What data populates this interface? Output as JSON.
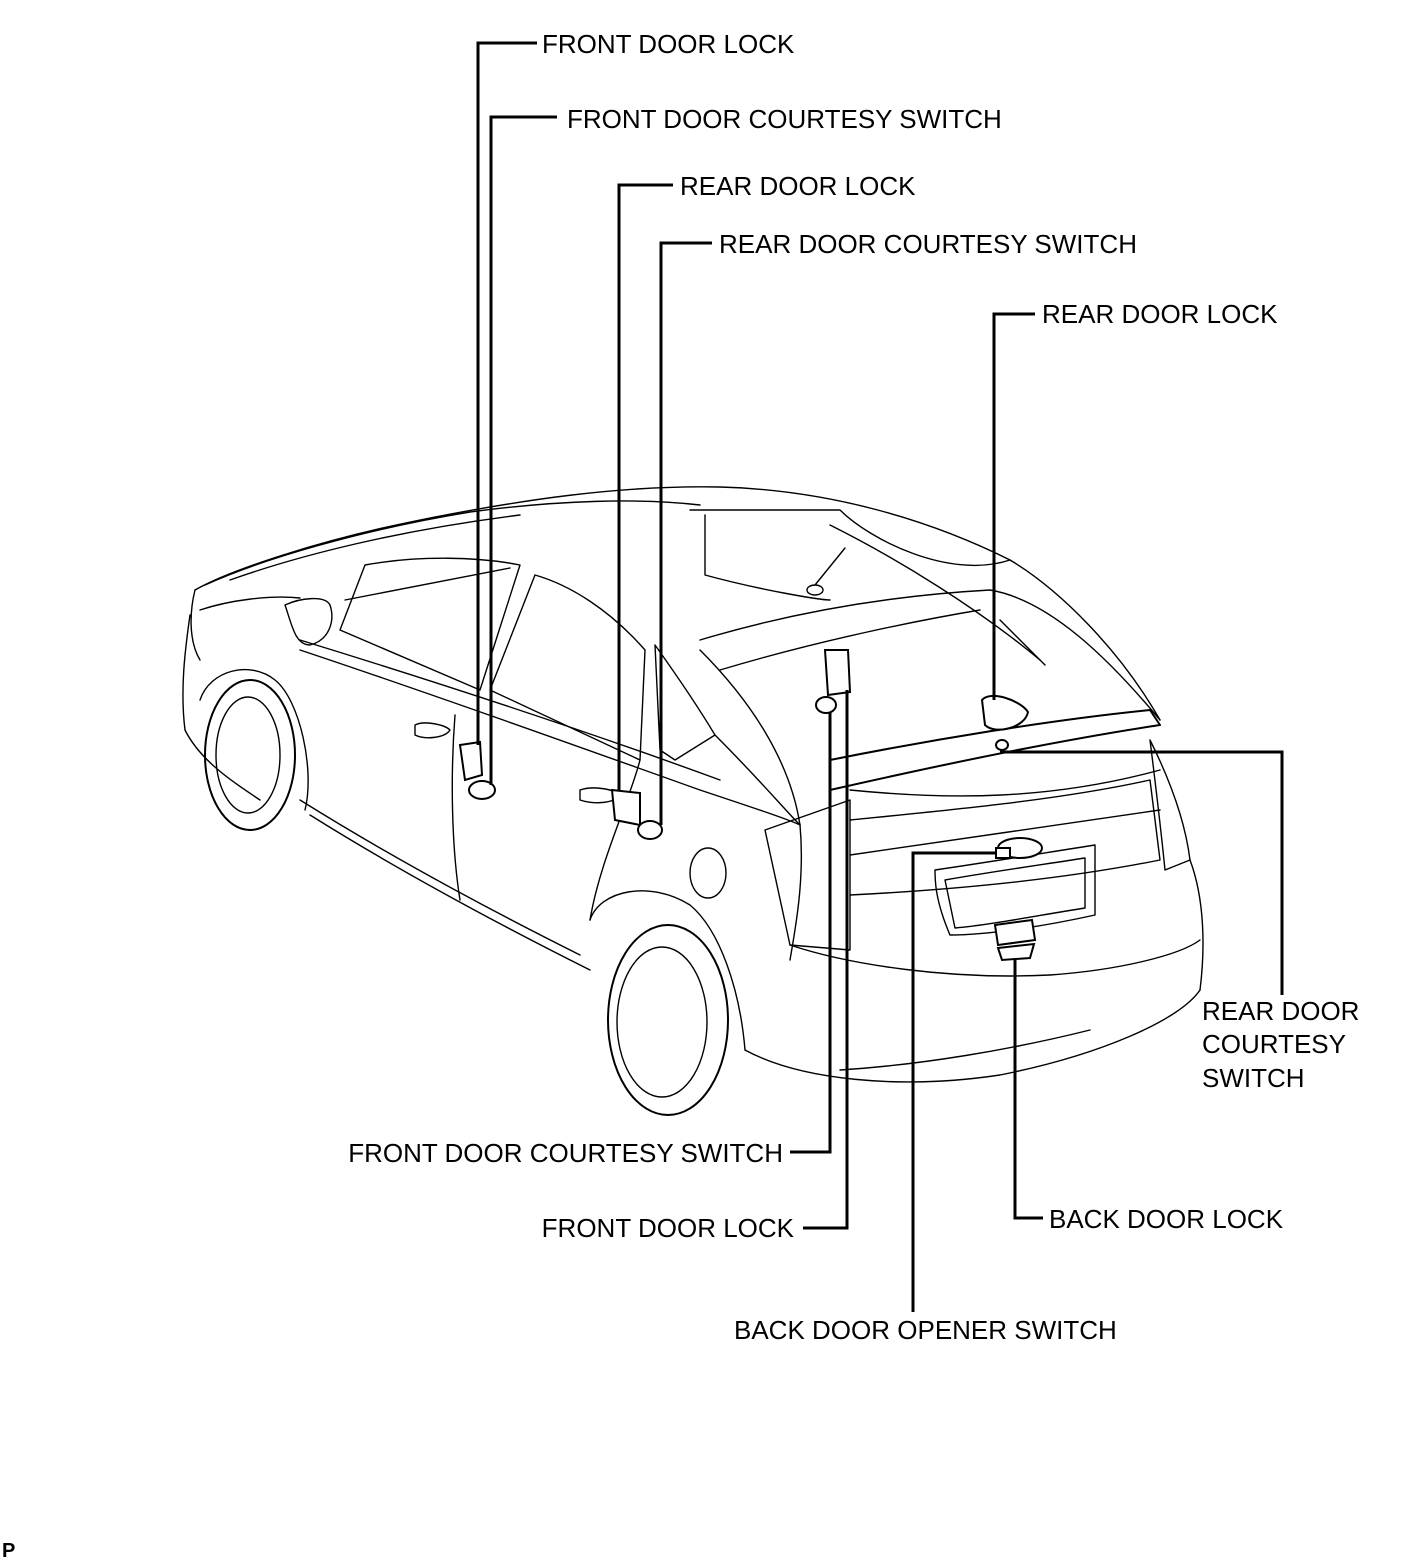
{
  "labels": {
    "top_front_door_lock": "FRONT DOOR LOCK",
    "top_front_door_courtesy_switch": "FRONT DOOR COURTESY SWITCH",
    "top_rear_door_lock": "REAR DOOR LOCK",
    "top_rear_door_courtesy_switch": "REAR DOOR COURTESY SWITCH",
    "right_rear_door_lock": "REAR DOOR LOCK",
    "right_rear_door_courtesy_switch_line1": "REAR DOOR",
    "right_rear_door_courtesy_switch_line2": "COURTESY",
    "right_rear_door_courtesy_switch_line3": "SWITCH",
    "bottom_front_door_courtesy_switch": "FRONT DOOR COURTESY SWITCH",
    "bottom_front_door_lock": "FRONT DOOR LOCK",
    "back_door_lock": "BACK DOOR LOCK",
    "back_door_opener_switch": "BACK DOOR OPENER SWITCH",
    "corner_mark": "P"
  },
  "colors": {
    "line": "#000000",
    "background": "#ffffff"
  }
}
